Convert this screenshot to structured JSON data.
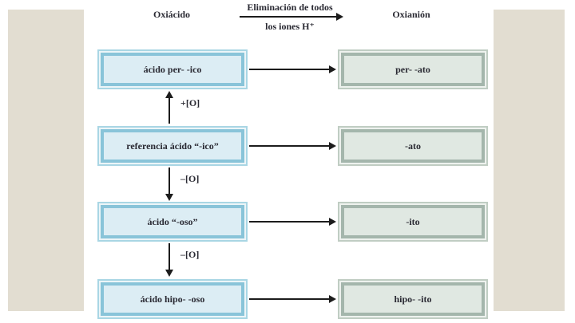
{
  "header": {
    "left_column": "Oxiácido",
    "elimination_line1": "Eliminación de todos",
    "elimination_line2": "los iones H⁺",
    "right_column": "Oxianión"
  },
  "rows": [
    {
      "acid": "ácido per- -ico",
      "anion": "per- -ato"
    },
    {
      "acid": "referencia ácido “-ico”",
      "anion": "-ato"
    },
    {
      "acid": "ácido “-oso”",
      "anion": "-ito"
    },
    {
      "acid": "ácido hipo- -oso",
      "anion": "hipo- -ito"
    }
  ],
  "transitions": [
    {
      "label": "+[O]",
      "direction": "up"
    },
    {
      "label": "–[O]",
      "direction": "down"
    },
    {
      "label": "–[O]",
      "direction": "down"
    }
  ],
  "colors": {
    "acid_fill": "#dcedf4",
    "acid_border": "#89c4d9",
    "acid_outer": "#a9d6e4",
    "anion_fill": "#e0e8e2",
    "anion_border": "#a4b6ac",
    "anion_outer": "#c0cdc3",
    "margin_beige": "#e2ddd1",
    "arrow_black": "#1c1c1c"
  }
}
